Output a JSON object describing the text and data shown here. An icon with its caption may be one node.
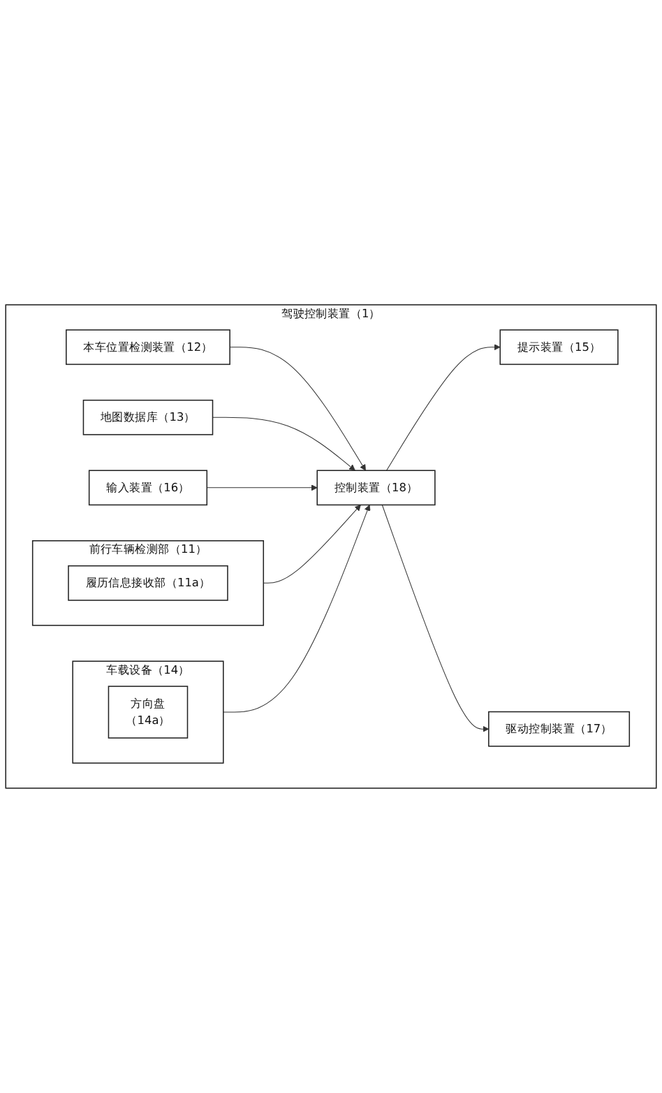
{
  "diagram": {
    "nodes": [
      {
        "text": [
          "驾驶控制装置（1）"
        ]
      },
      {
        "text": [
          "前行车辆检测部（11）"
        ],
        "in": 0
      },
      {
        "text": [
          "履历信息接收部（11a）"
        ],
        "in": 1
      },
      {
        "text": [
          "本车位置检测装置（12）"
        ],
        "in": 0
      },
      {
        "text": [
          "地图数据库（13）"
        ],
        "in": 0
      },
      {
        "text": [
          "车载设备（14）"
        ],
        "in": 0
      },
      {
        "text": [
          "方向盘",
          "（14a）"
        ],
        "in": 5
      },
      {
        "text": [
          "控制装置（18）"
        ],
        "in": 0
      },
      {
        "text": [
          "提示装置（15）"
        ],
        "in": 0
      },
      {
        "text": [
          "输入装置（16）"
        ],
        "in": 0
      },
      {
        "text": [
          "驱动控制装置（17）"
        ],
        "in": 0
      }
    ],
    "edges": [
      {
        "from": 1,
        "to": 7,
        "arrow": "to"
      },
      {
        "from": 3,
        "to": 7,
        "arrow": "to"
      },
      {
        "from": 4,
        "to": 7,
        "arrow": "to"
      },
      {
        "from": 5,
        "to": 7,
        "arrow": "to"
      },
      {
        "from": 7,
        "to": 8,
        "arrow": "to"
      },
      {
        "from": 9,
        "to": 7,
        "arrow": "to"
      },
      {
        "from": 7,
        "to": 10,
        "arrow": "to"
      }
    ]
  }
}
